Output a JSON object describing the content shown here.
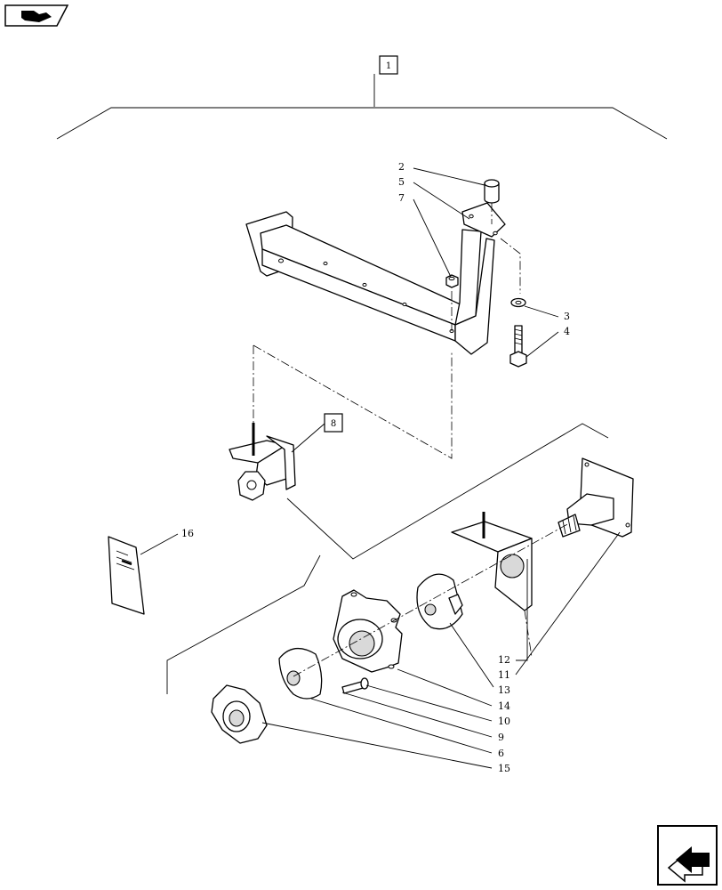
{
  "diagram": {
    "group_ref": "1",
    "sub_ref": "8",
    "callouts": [
      {
        "id": "2",
        "label": "2"
      },
      {
        "id": "5",
        "label": "5"
      },
      {
        "id": "7",
        "label": "7"
      },
      {
        "id": "3",
        "label": "3"
      },
      {
        "id": "4",
        "label": "4"
      },
      {
        "id": "16",
        "label": "16"
      },
      {
        "id": "12",
        "label": "12"
      },
      {
        "id": "11",
        "label": "11"
      },
      {
        "id": "13",
        "label": "13"
      },
      {
        "id": "14",
        "label": "14"
      },
      {
        "id": "10",
        "label": "10"
      },
      {
        "id": "9",
        "label": "9"
      },
      {
        "id": "6",
        "label": "6"
      },
      {
        "id": "15",
        "label": "15"
      }
    ]
  },
  "icons": {
    "top_left": "book-arrow-icon",
    "bottom_right": "next-page-arrow-icon"
  }
}
